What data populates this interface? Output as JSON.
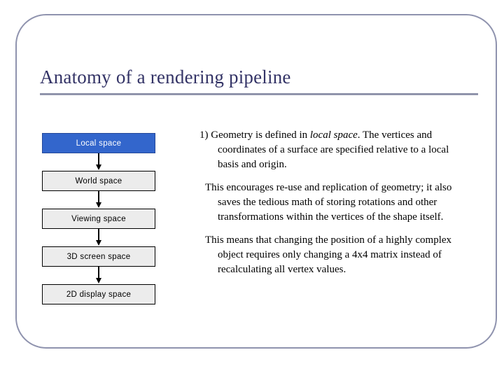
{
  "slide": {
    "title": "Anatomy of a rendering pipeline",
    "frame_color": "#8f93ae",
    "title_color": "#333366",
    "rule_color": "#9094ab"
  },
  "flow": {
    "accent_color": "#3366cc",
    "box_color": "#ececec",
    "steps": [
      {
        "label": "Local space",
        "highlighted": true
      },
      {
        "label": "World space",
        "highlighted": false
      },
      {
        "label": "Viewing space",
        "highlighted": false
      },
      {
        "label": "3D screen space",
        "highlighted": false
      },
      {
        "label": "2D display space",
        "highlighted": false
      }
    ]
  },
  "body": {
    "paragraph1_prefix": "1) Geometry is defined in ",
    "paragraph1_italic": "local space",
    "paragraph1_suffix": ".  The vertices and coordinates of a surface are specified relative to a local basis and origin.",
    "paragraph2": "This encourages re-use and replication of geometry; it also saves the tedious math of storing rotations and other transformations within the vertices of the shape itself.",
    "paragraph3": "This means that changing the position of a highly complex object requires only changing a 4x4 matrix instead of recalculating all vertex values."
  }
}
